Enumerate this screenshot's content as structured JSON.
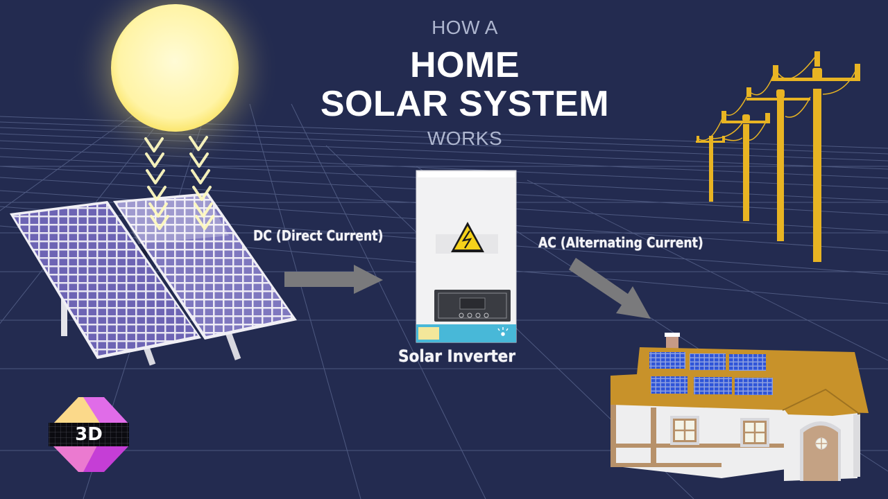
{
  "title": {
    "line1": "HOW A",
    "line2": "HOME",
    "line3": "SOLAR SYSTEM",
    "line4": "WORKS"
  },
  "labels": {
    "dc": "DC (Direct Current)",
    "ac": "AC (Alternating Current)",
    "inverter": "Solar Inverter"
  },
  "logo": {
    "text": "3D"
  },
  "components": [
    "sun",
    "solar-panels",
    "solar-inverter",
    "utility-power-poles",
    "house-with-rooftop-solar"
  ],
  "colors": {
    "background": "#232b50",
    "grid_line": "#4f5a80",
    "sun": "#fff7b0",
    "panel_cell": "#6a62b0",
    "arrow": "#7a7a7c",
    "pole": "#e8b423",
    "roof": "#c8922a",
    "wall": "#eeeeef",
    "trim": "#b7916a",
    "inverter_body": "#f2f2f2",
    "inverter_band": "#48b8d8",
    "warning": "#f6d21a",
    "logo_yellow": "#fbd98a",
    "logo_magenta": "#d24ed8"
  }
}
